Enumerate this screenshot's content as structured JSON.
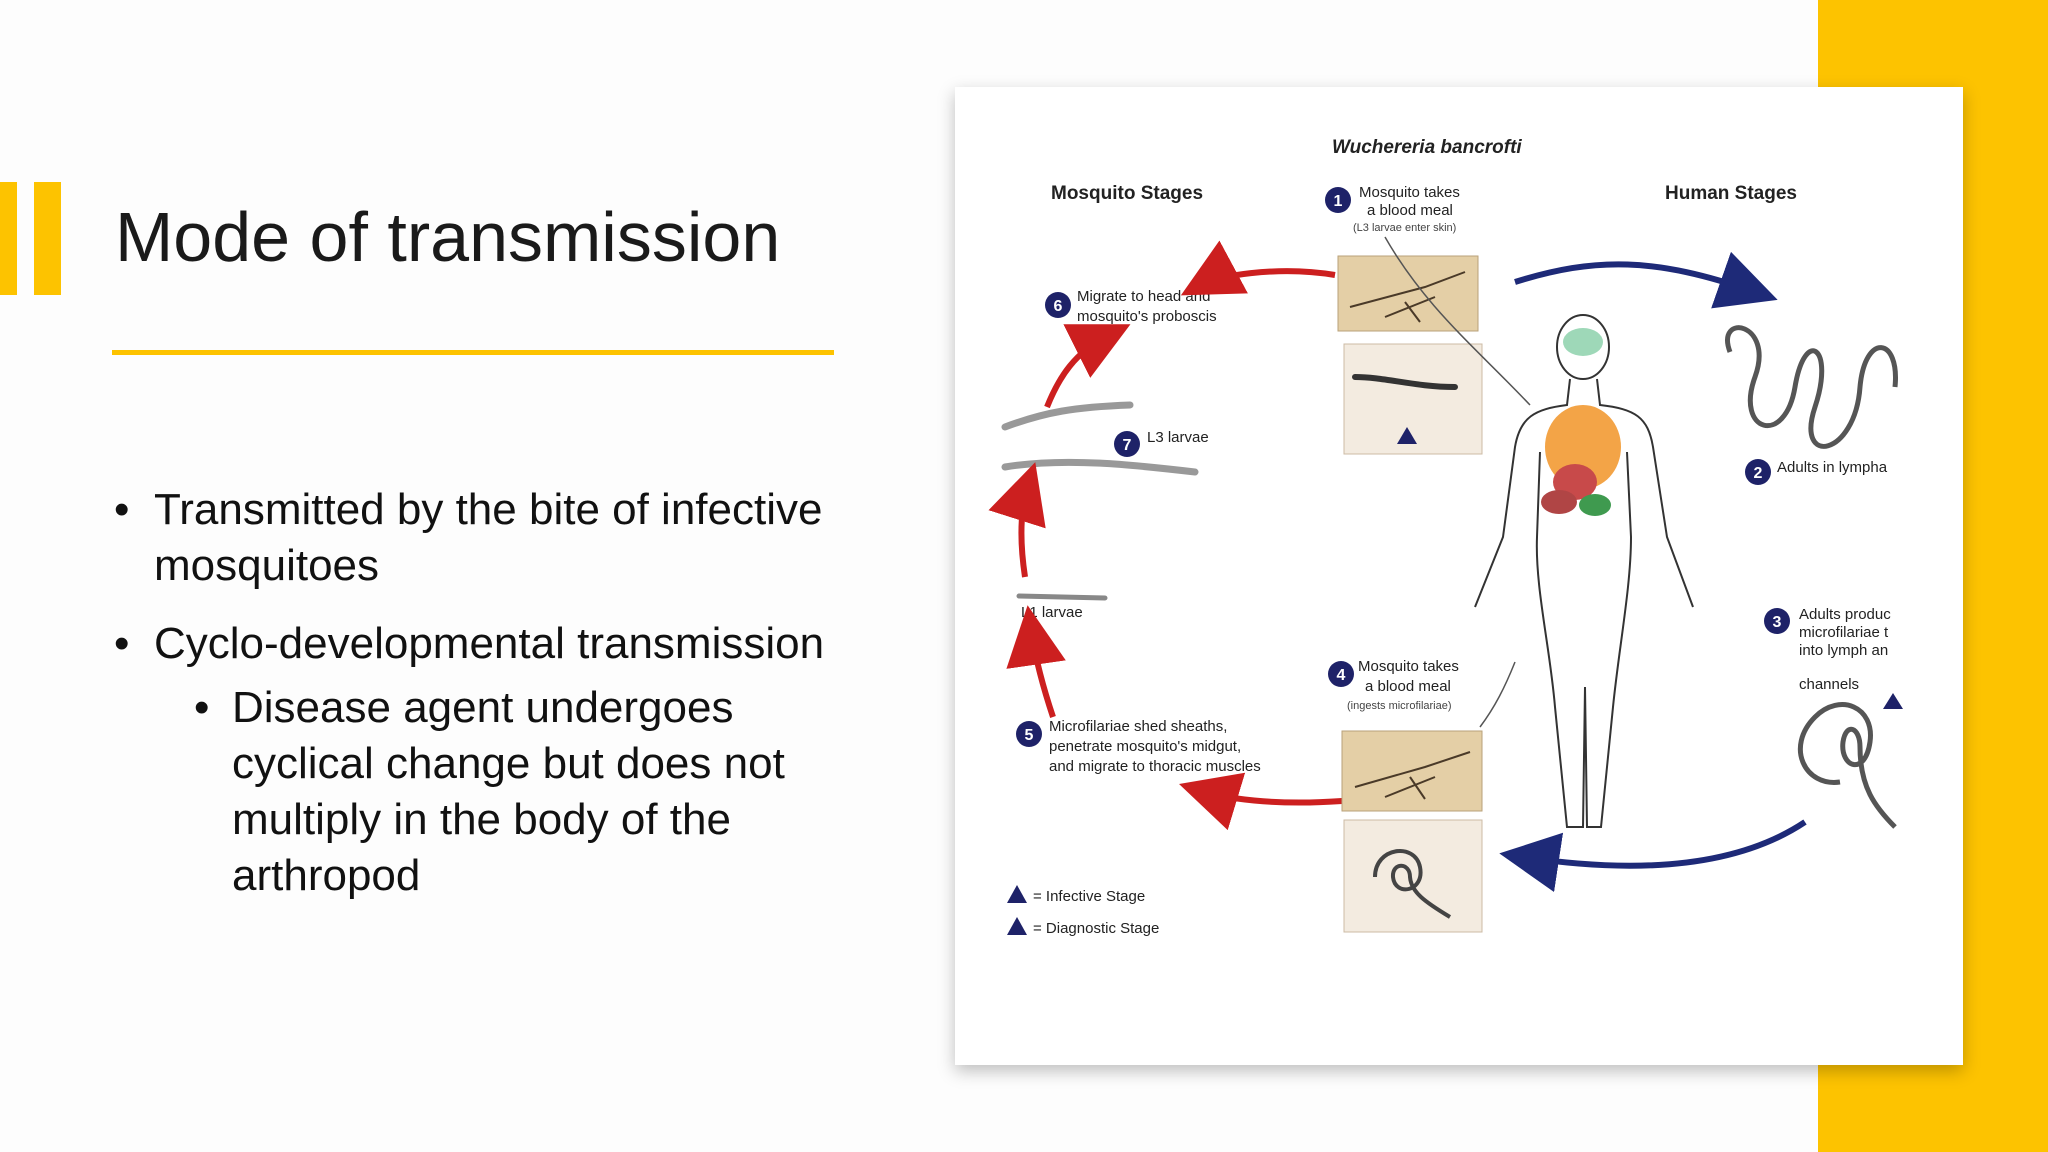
{
  "slide": {
    "title": "Mode of transmission",
    "accent_color": "#FDC300",
    "bullets": [
      {
        "text": "Transmitted by the bite of infective mosquitoes"
      },
      {
        "text": "Cyclo-developmental transmission",
        "sub": [
          {
            "text": "Disease agent undergoes cyclical change but does not multiply in the body of the arthropod"
          }
        ]
      }
    ]
  },
  "figure": {
    "title": "Wuchereria bancrofti",
    "mosquito_stages": "Mosquito Stages",
    "human_stages": "Human Stages",
    "steps": {
      "s1": {
        "num": "1",
        "line1": "Mosquito takes",
        "line2": "a blood meal",
        "line3": "(L3 larvae enter skin)"
      },
      "s2": {
        "num": "2",
        "text": "Adults in lympha"
      },
      "s3": {
        "num": "3",
        "line1": "Adults produc",
        "line2": "microfilariae t",
        "line3": "into lymph an",
        "line4": "channels"
      },
      "s4": {
        "num": "4",
        "line1": "Mosquito takes",
        "line2": "a blood meal",
        "line3": "(ingests microfilariae)"
      },
      "s5": {
        "num": "5",
        "line1": "Microfilariae shed sheaths,",
        "line2": "penetrate mosquito's midgut,",
        "line3": "and migrate to thoracic muscles"
      },
      "s6": {
        "num": "6",
        "line1": "Migrate to head and",
        "line2": "mosquito's proboscis"
      },
      "s7": {
        "num": "7",
        "text": "L3 larvae"
      },
      "l1": {
        "text": "L1 larvae"
      }
    },
    "legend": {
      "infective": "= Infective Stage",
      "diagnostic": "= Diagnostic Stage"
    },
    "colors": {
      "red_arrow": "#cc1f1f",
      "blue_arrow": "#1e2a78",
      "step_circle": "#1e2268"
    }
  }
}
